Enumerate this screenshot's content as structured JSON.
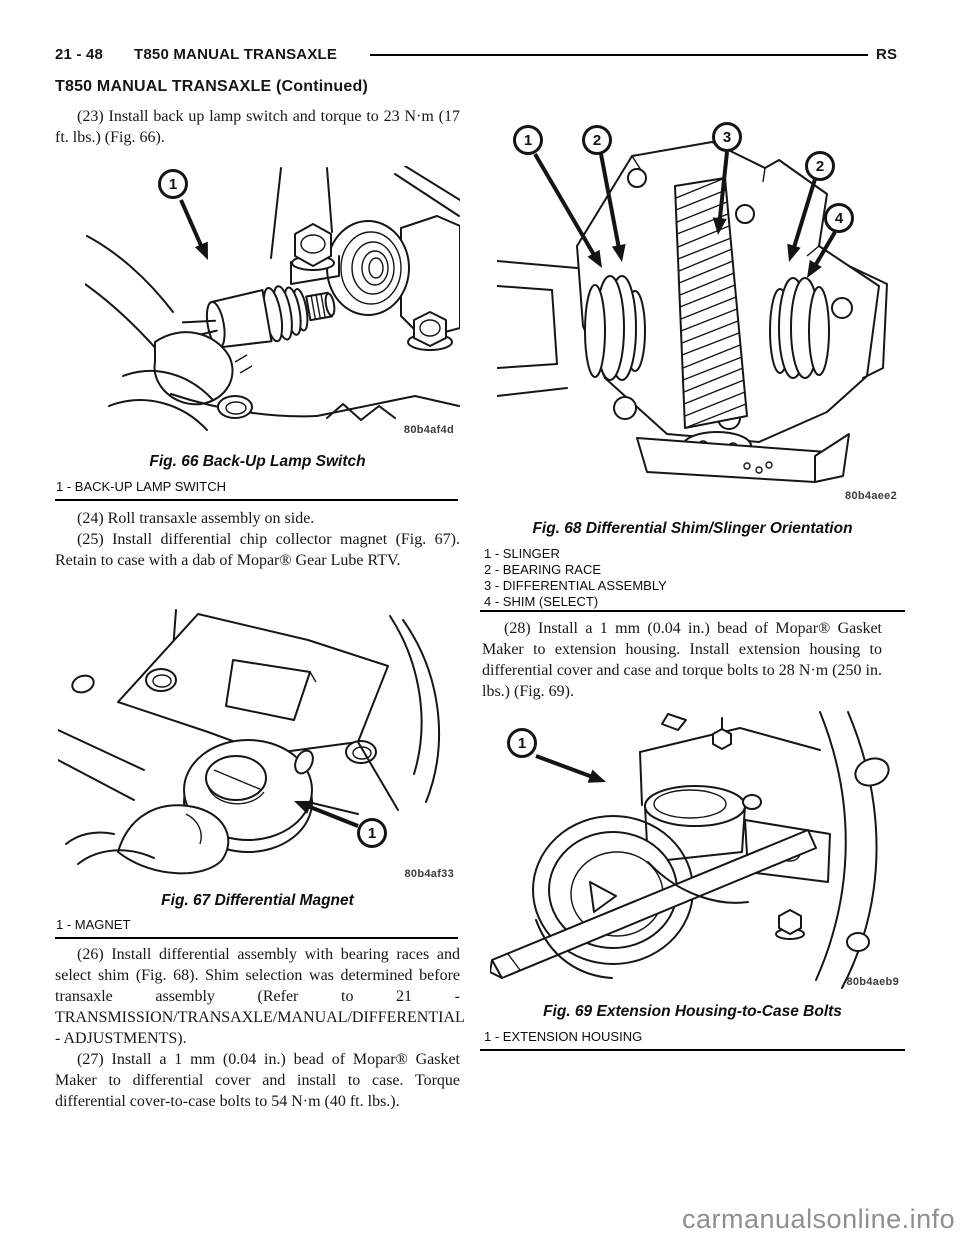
{
  "header": {
    "page_number": "21 - 48",
    "title": "T850 MANUAL TRANSAXLE",
    "edition": "RS",
    "continued_title": "T850 MANUAL TRANSAXLE (Continued)"
  },
  "steps": {
    "s23": "(23) Install back up lamp switch and torque to 23 N·m (17 ft. lbs.) (Fig. 66).",
    "s24": "(24) Roll transaxle assembly on side.",
    "s25": "(25) Install differential chip collector magnet (Fig. 67). Retain to case with a dab of Mopar® Gear Lube RTV.",
    "s26": "(26) Install differential assembly with bearing races and select shim (Fig. 68). Shim selection was determined before transaxle assembly (Refer to 21 - TRANSMISSION/TRANSAXLE/MANUAL/DIFFERENTIAL - ADJUSTMENTS).",
    "s27": "(27) Install a 1 mm (0.04 in.) bead of Mopar® Gasket Maker to differential cover and install to case. Torque differential cover-to-case bolts to 54 N·m (40 ft. lbs.).",
    "s28": "(28) Install a 1 mm (0.04 in.) bead of Mopar® Gasket Maker to extension housing. Install extension housing to differential cover and case and torque bolts to 28 N·m (250 in. lbs.) (Fig. 69)."
  },
  "figures": {
    "fig66": {
      "caption": "Fig. 66 Back-Up Lamp Switch",
      "code": "80b4af4d",
      "legend": [
        "1 - BACK-UP LAMP SWITCH"
      ],
      "callouts": [
        "1"
      ]
    },
    "fig67": {
      "caption": "Fig. 67 Differential Magnet",
      "code": "80b4af33",
      "legend": [
        "1 - MAGNET"
      ],
      "callouts": [
        "1"
      ]
    },
    "fig68": {
      "caption": "Fig. 68 Differential Shim/Slinger Orientation",
      "code": "80b4aee2",
      "legend": [
        "1 - SLINGER",
        "2 - BEARING RACE",
        "3 - DIFFERENTIAL ASSEMBLY",
        "4 - SHIM (SELECT)"
      ],
      "callouts": [
        "1",
        "2",
        "3",
        "2",
        "4"
      ]
    },
    "fig69": {
      "caption": "Fig. 69 Extension Housing-to-Case Bolts",
      "code": "80b4aeb9",
      "legend": [
        "1 - EXTENSION HOUSING"
      ],
      "callouts": [
        "1"
      ]
    }
  },
  "footer": {
    "site_watermark": "carmanualsonline.info"
  }
}
